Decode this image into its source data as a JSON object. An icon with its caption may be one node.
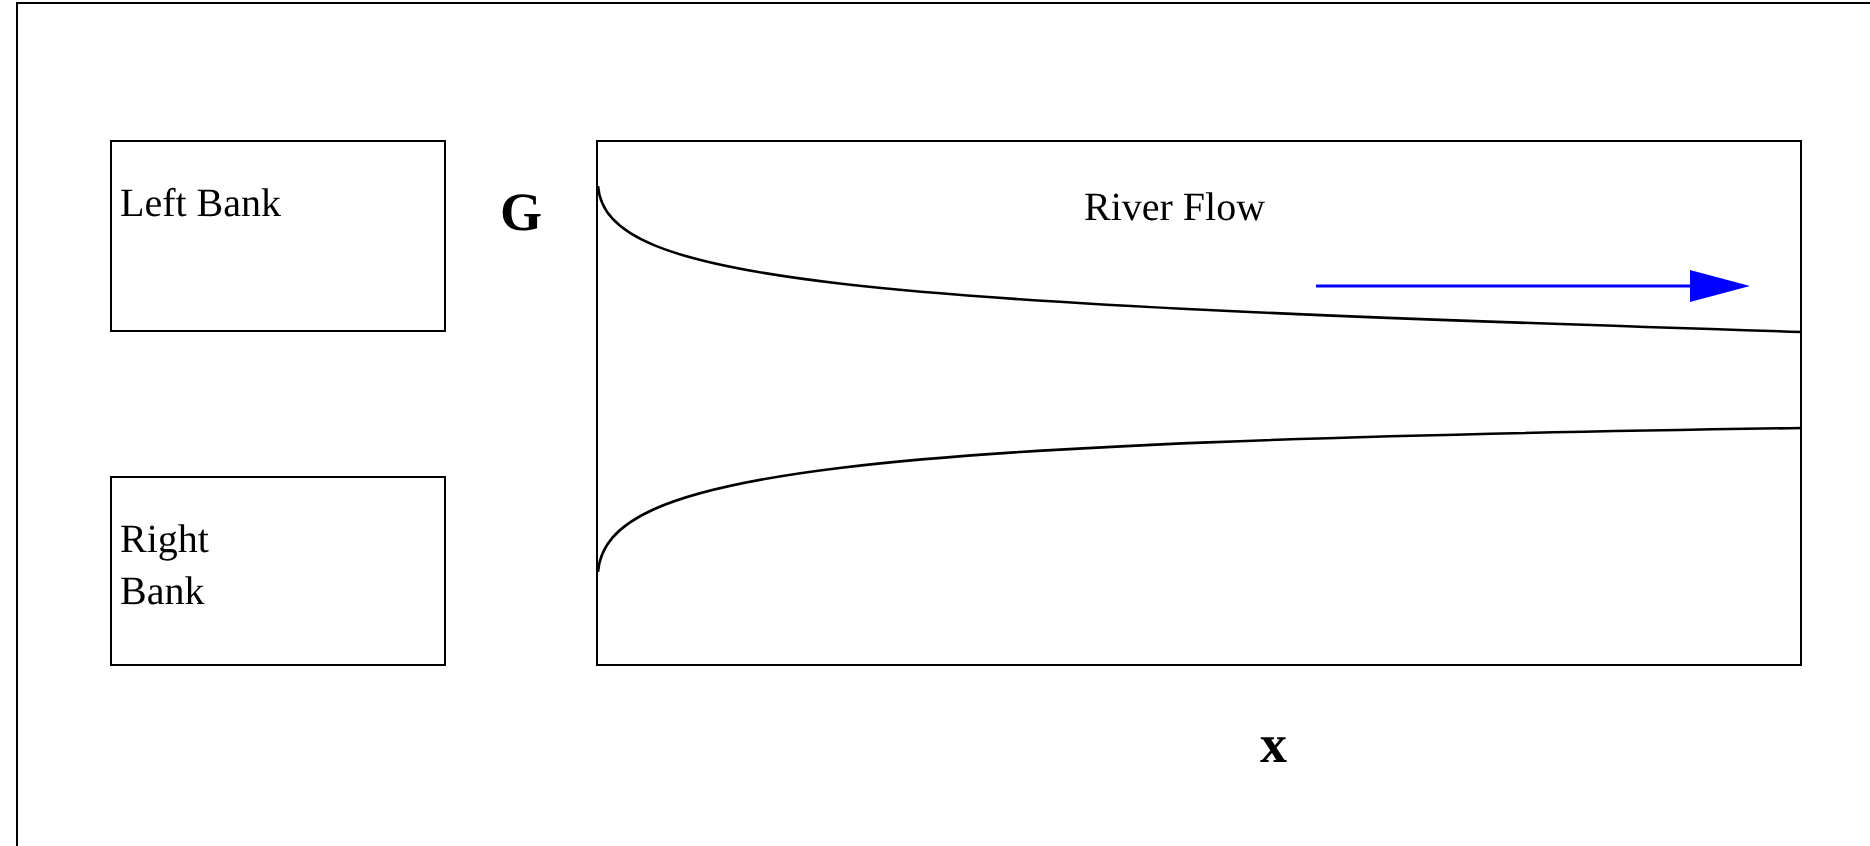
{
  "diagram": {
    "nodes": [
      {
        "text": [
          "Left Bank"
        ]
      },
      {
        "text": [
          "Right Bank"
        ]
      },
      {
        "text": [
          "River Flow"
        ]
      }
    ],
    "labels": [
      "G",
      "x"
    ]
  }
}
